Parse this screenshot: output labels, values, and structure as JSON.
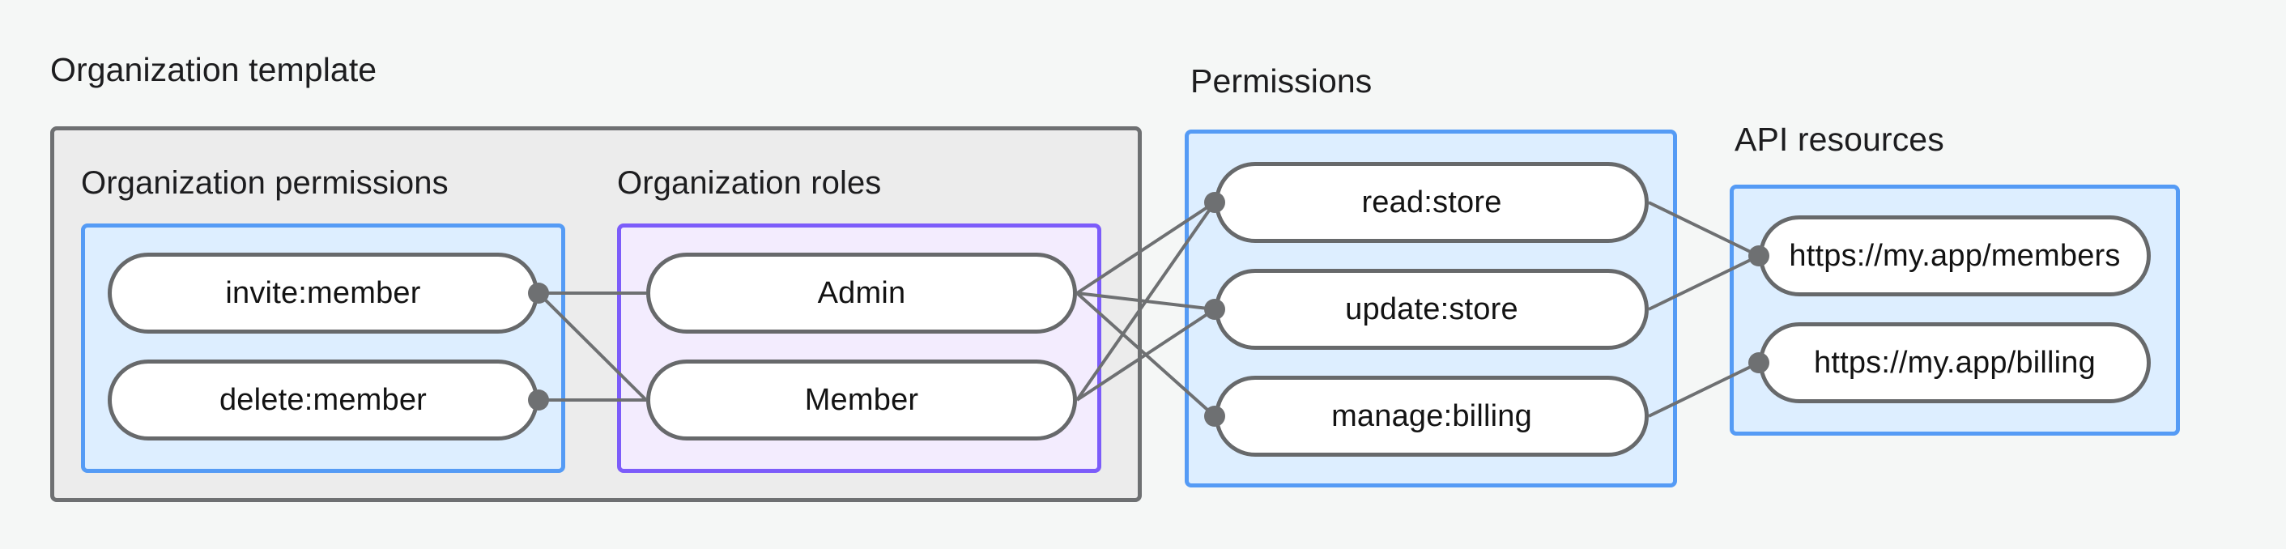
{
  "background_color": "#f5f7f6",
  "colors": {
    "gray_border": "#6e7072",
    "gray_fill": "#ececec",
    "blue_border": "#559bf5",
    "blue_fill": "#ddeeff",
    "purple_border": "#7c5cfa",
    "purple_fill": "#f3ecfe",
    "pill_border": "#67696b",
    "pill_fill": "#ffffff",
    "edge_color": "#6e7072",
    "text_color": "#1d1d1f"
  },
  "groups": {
    "organization_template": {
      "title": "Organization template",
      "subgroups": {
        "organization_permissions": {
          "title": "Organization permissions",
          "nodes": [
            {
              "id": "invite_member",
              "label": "invite:member"
            },
            {
              "id": "delete_member",
              "label": "delete:member"
            }
          ]
        },
        "organization_roles": {
          "title": "Organization roles",
          "nodes": [
            {
              "id": "admin",
              "label": "Admin"
            },
            {
              "id": "member",
              "label": "Member"
            }
          ]
        }
      }
    },
    "permissions": {
      "title": "Permissions",
      "nodes": [
        {
          "id": "read_store",
          "label": "read:store"
        },
        {
          "id": "update_store",
          "label": "update:store"
        },
        {
          "id": "manage_billing",
          "label": "manage:billing"
        }
      ]
    },
    "api_resources": {
      "title": "API resources",
      "nodes": [
        {
          "id": "members_resource",
          "label": "https://my.app/members"
        },
        {
          "id": "billing_resource",
          "label": "https://my.app/billing"
        }
      ]
    }
  },
  "connections": [
    {
      "from": "invite_member",
      "to": "admin"
    },
    {
      "from": "invite_member",
      "to": "member"
    },
    {
      "from": "delete_member",
      "to": "member"
    },
    {
      "from": "admin",
      "to": "read_store"
    },
    {
      "from": "admin",
      "to": "update_store"
    },
    {
      "from": "admin",
      "to": "manage_billing"
    },
    {
      "from": "member",
      "to": "read_store"
    },
    {
      "from": "member",
      "to": "update_store"
    },
    {
      "from": "read_store",
      "to": "members_resource"
    },
    {
      "from": "update_store",
      "to": "members_resource"
    },
    {
      "from": "manage_billing",
      "to": "billing_resource"
    }
  ]
}
